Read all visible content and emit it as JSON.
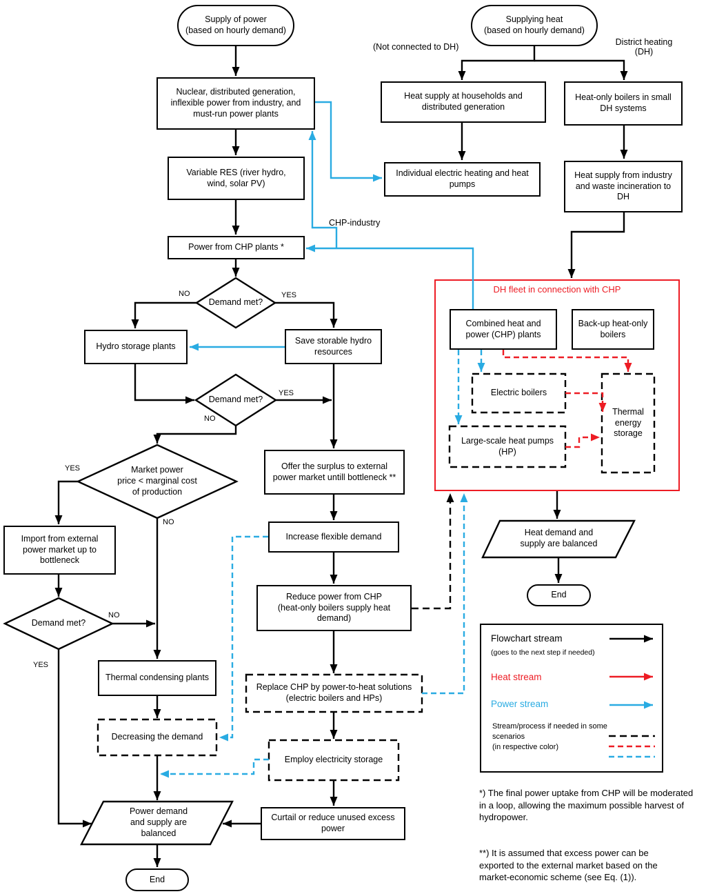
{
  "colors": {
    "heat_red": "#ED1C24",
    "power_blue": "#29ABE2",
    "flow_black": "#000000"
  },
  "shared": {
    "demand_met": "Demand met?",
    "yes": "YES",
    "no": "NO",
    "end": "End"
  },
  "power_flow": {
    "start": "Supply of power\n(based on hourly demand)",
    "nuclear": "Nuclear, distributed generation,\ninflexible power from industry, and\nmust-run power plants",
    "variable_res": "Variable RES (river hydro,\nwind, solar PV)",
    "power_chp": "Power from CHP plants *",
    "hydro_storage": "Hydro storage plants",
    "save_hydro": "Save storable hydro\nresources",
    "market_price": "Market power\nprice <  marginal cost\nof production",
    "import_external": "Import from external\npower market up to\nbottleneck",
    "thermal_condensing": "Thermal condensing plants",
    "decreasing_demand": "Decreasing the demand",
    "offer_surplus": "Offer the surplus to external\npower market untill bottleneck **",
    "increase_flexible": "Increase flexible demand",
    "reduce_chp": "Reduce power from CHP\n(heat-only boilers supply heat\ndemand)",
    "replace_chp": "Replace CHP by power-to-heat solutions\n(electric boilers and HPs)",
    "employ_storage": "Employ electricity storage",
    "curtail": "Curtail or reduce unused excess\npower",
    "balanced": "Power demand\nand supply are\nbalanced",
    "chp_industry_label": "CHP-industry"
  },
  "heat_flow": {
    "start": "Supplying heat\n(based on hourly demand)",
    "not_connected_label": "(Not connected to DH)",
    "district_heating_label": "District heating\n(DH)",
    "households": "Heat supply at households and\ndistributed generation",
    "heat_only_boilers": "Heat-only boilers in small\nDH systems",
    "individual_electric": "Individual electric heating and heat\npumps",
    "industry_waste": "Heat supply from industry\nand waste incineration to\nDH",
    "balanced": "Heat demand and\nsupply are balanced"
  },
  "dh_fleet": {
    "title": "DH fleet in connection with CHP",
    "chp_plants": "Combined heat and\npower (CHP) plants",
    "backup_boilers": "Back-up heat-only\nboilers",
    "electric_boilers": "Electric boilers",
    "heat_pumps": "Large-scale heat pumps\n(HP)",
    "thermal_storage": "Thermal\nenergy\nstorage"
  },
  "legend": {
    "flowchart_stream": "Flowchart stream",
    "flowchart_note": "(goes to the next step if needed)",
    "heat_stream": "Heat stream",
    "power_stream": "Power stream",
    "scenario_note": "Stream/process if needed in some\nscenarios\n(in respective color)"
  },
  "footnotes": {
    "first": "*) The final power uptake from CHP will be moderated\nin a loop, allowing the maximum possible harvest of\nhydropower.",
    "second": "**) It is assumed that excess power can be\nexported to the external market based on the\nmarket-economic scheme (see Eq. (1))."
  }
}
